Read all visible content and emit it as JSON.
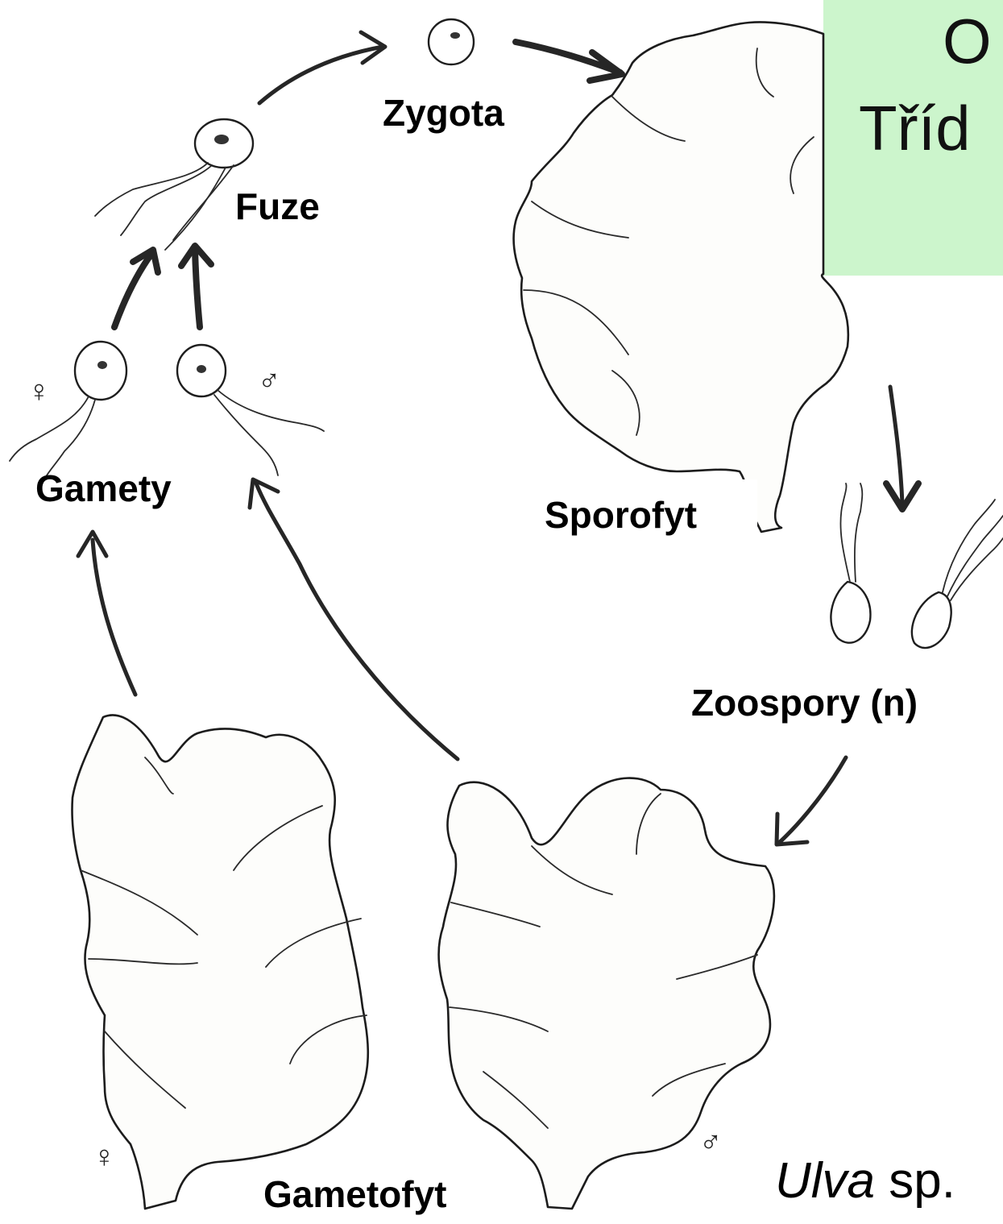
{
  "title_box": {
    "line1": "O",
    "line2": "Tříd",
    "color": "#ccf5cc"
  },
  "labels": {
    "zygota": "Zygota",
    "fuze": "Fuze",
    "gamety": "Gamety",
    "sporofyt": "Sporofyt",
    "zoospory": "Zoospory (n)",
    "gametofyt": "Gametofyt"
  },
  "species": {
    "genus": "Ulva",
    "suffix": " sp."
  },
  "symbols": {
    "female": "♀",
    "male": "♂"
  }
}
